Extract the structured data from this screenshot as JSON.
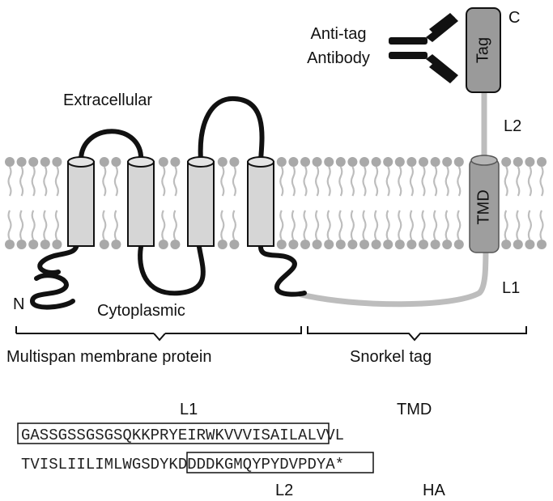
{
  "labels": {
    "extracellular": "Extracellular",
    "cytoplasmic": "Cytoplasmic",
    "n_terminus": "N",
    "c_terminus": "C",
    "antibody_line1": "Anti-tag",
    "antibody_line2": "Antibody",
    "tag": "Tag",
    "tmd": "TMD",
    "linker1": "L1",
    "linker2": "L2",
    "protein_bracket": "Multispan membrane protein",
    "snorkel_bracket": "Snorkel tag"
  },
  "sequence": {
    "header_l1": "L1",
    "header_tmd": "TMD",
    "line1_boxed": "GASSGSSGSGSQKKPRYEIRWK",
    "line1_rest": "VVVISAILALVVL",
    "line2_pre": "TVISLIILIMLW",
    "line2_boxed": "GSDYKDDDDKGMQ",
    "line2_post": "YPYDVPDYA*",
    "footer_l2": "L2",
    "footer_ha": "HA"
  }
}
